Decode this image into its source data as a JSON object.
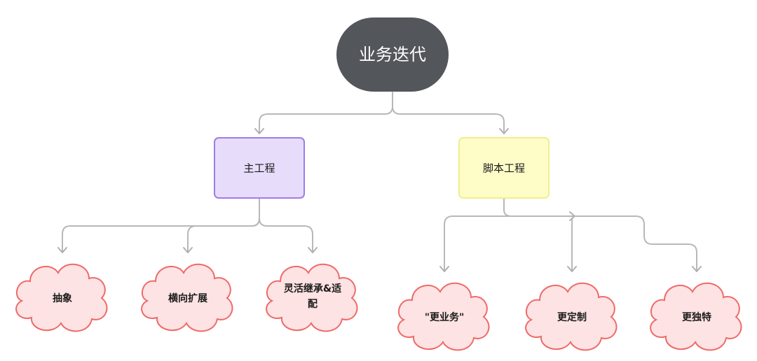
{
  "root": {
    "label": "业务迭代",
    "fill": "#53565b"
  },
  "branches": [
    {
      "key": "main",
      "label": "主工程",
      "fill": "#e7ddfb",
      "stroke": "#a27ae8",
      "children": [
        "抽象",
        "横向扩展",
        "灵活继承&适配"
      ]
    },
    {
      "key": "script",
      "label": "脚本工程",
      "fill": "#fefcc7",
      "stroke": "#f2ee8a",
      "children": [
        "\"更业务\"",
        "更定制",
        "更独特"
      ]
    }
  ],
  "colors": {
    "connector": "#b8b8b8",
    "leaf_fill": "#fde3e3",
    "leaf_stroke": "#ef6a6a"
  }
}
